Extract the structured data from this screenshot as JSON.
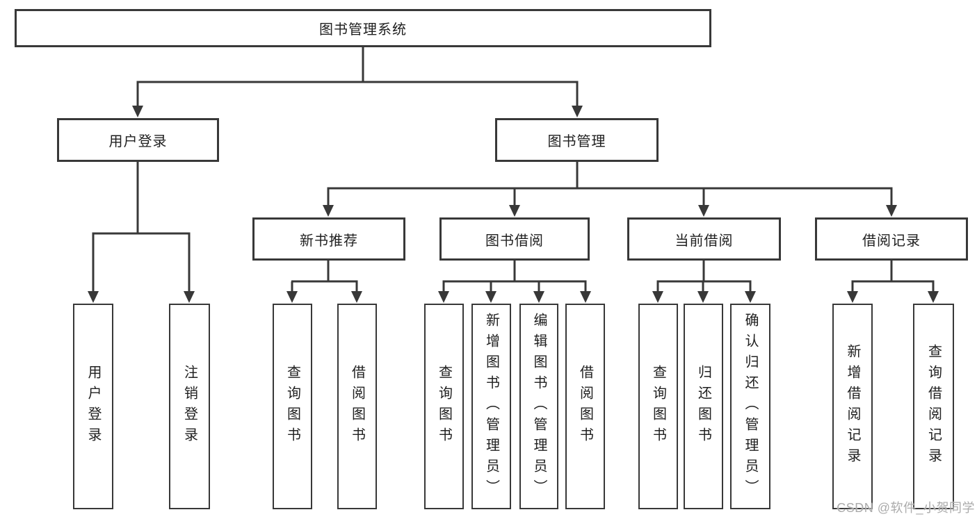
{
  "nodes": {
    "root": "图书管理系统",
    "user_login": "用户登录",
    "book_mgmt": "图书管理",
    "new_book_rec": "新书推荐",
    "book_borrow": "图书借阅",
    "current_borrow": "当前借阅",
    "borrow_records": "借阅记录",
    "ul_login": "用户登录",
    "ul_logout": "注销登录",
    "nr_query": "查询图书",
    "nr_borrow": "借阅图书",
    "bb_query": "查询图书",
    "bb_add": "新增图书（管理员）",
    "bb_edit": "编辑图书（管理员）",
    "bb_borrow": "借阅图书",
    "cb_query": "查询图书",
    "cb_return": "归还图书",
    "cb_confirm": "确认归还（管理员）",
    "br_add": "新增借阅记录",
    "br_query": "查询借阅记录"
  },
  "hierarchy": {
    "图书管理系统": [
      "用户登录",
      "图书管理"
    ],
    "用户登录": [
      "用户登录",
      "注销登录"
    ],
    "图书管理": [
      "新书推荐",
      "图书借阅",
      "当前借阅",
      "借阅记录"
    ],
    "新书推荐": [
      "查询图书",
      "借阅图书"
    ],
    "图书借阅": [
      "查询图书",
      "新增图书（管理员）",
      "编辑图书（管理员）",
      "借阅图书"
    ],
    "当前借阅": [
      "查询图书",
      "归还图书",
      "确认归还（管理员）"
    ],
    "借阅记录": [
      "新增借阅记录",
      "查询借阅记录"
    ]
  },
  "watermark": {
    "text": "CSDN @软件_小贺同学"
  },
  "colors": {
    "line": "#383838",
    "box_border": "#383838",
    "text": "#202020",
    "watermark": "#a6a6a6",
    "background": "#ffffff"
  }
}
